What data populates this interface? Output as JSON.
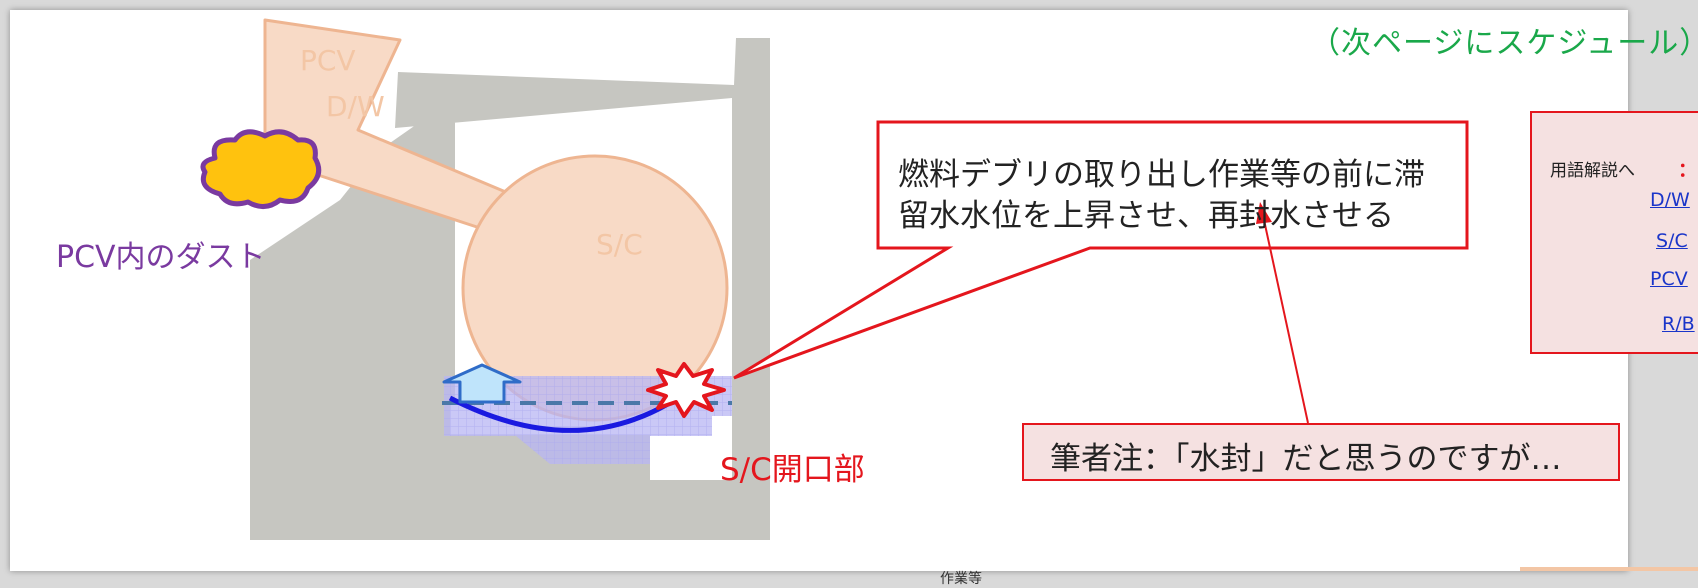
{
  "header": {
    "schedule_note": "（次ページにスケジュール）"
  },
  "diagram": {
    "labels": {
      "pcv": "PCV",
      "dw": "D/W",
      "sc": "S/C",
      "dust": "PCV内のダスト",
      "sc_opening": "S/C開口部"
    },
    "callout": {
      "line1": "燃料デブリの取り出し作業等の前に滞",
      "line2": "留水水位を上昇させ、再封水させる"
    },
    "colors": {
      "building": "#c6c6c1",
      "pcv": "#f8dac6",
      "pcv_outline": "#eeb591",
      "water": "#b8b6f3",
      "dust_fill": "#ffc20e",
      "dust_outline": "#7a3aa0",
      "accent_red": "#e4161d",
      "arrow_blue": "#2f6cc8",
      "pipe_blue": "#1a1ae0"
    }
  },
  "note": {
    "text": "筆者注：「水封」だと思うのですが…"
  },
  "glossary": {
    "title": "用語解説へ",
    "colon": "：",
    "links": [
      "D/W",
      "S/C",
      "PCV",
      "R/B"
    ]
  },
  "footer": {
    "fragment": "作業等"
  }
}
